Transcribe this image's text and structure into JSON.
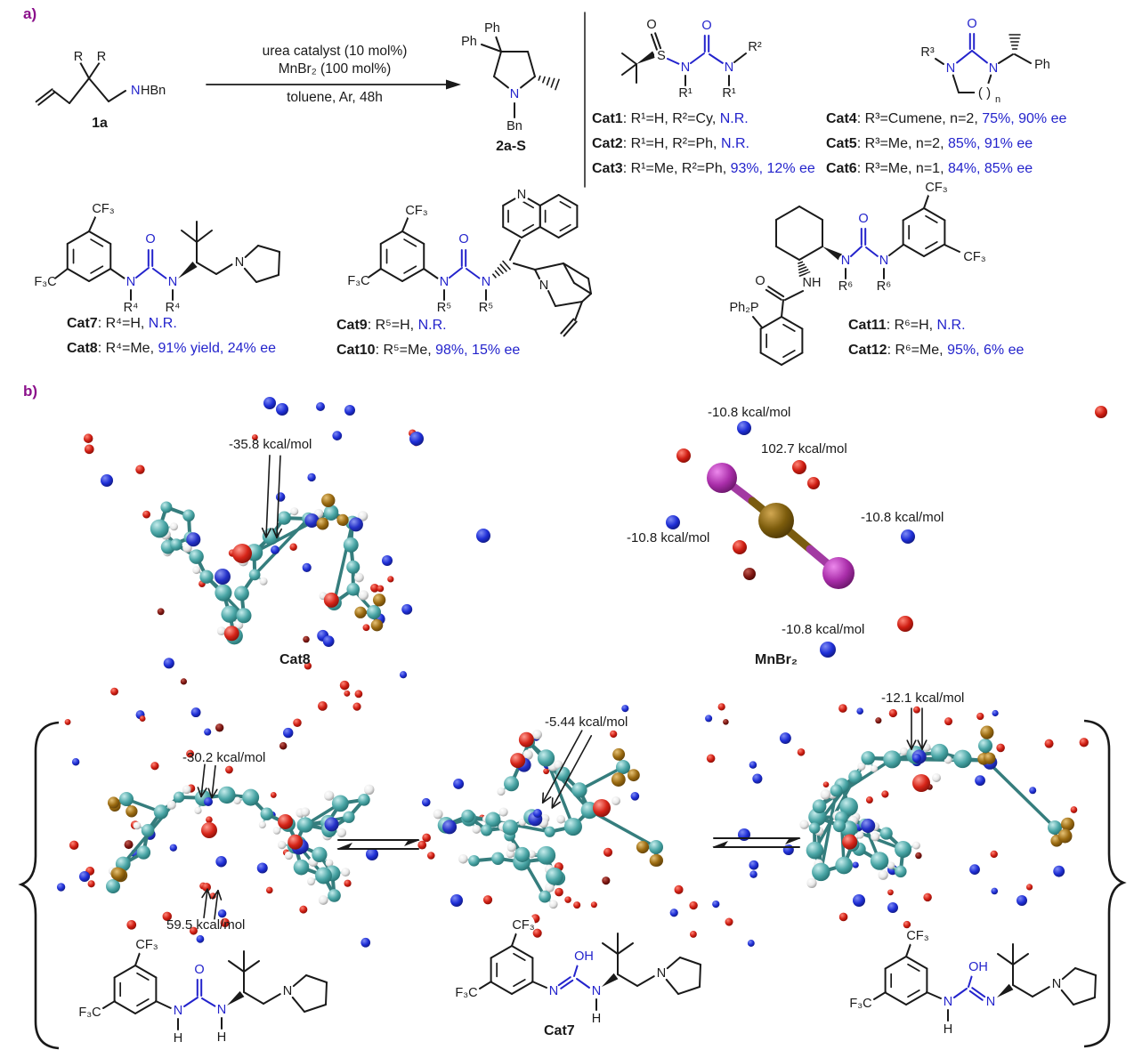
{
  "panel_a": {
    "label": "a)",
    "reaction": {
      "substrate_label": "1a",
      "conditions_above_1": "urea catalyst (10 mol%)",
      "conditions_above_2": "MnBr₂ (100 mol%)",
      "conditions_below": "toluene, Ar, 48h",
      "product_label": "2a-S"
    },
    "entries_group1": [
      {
        "name": "Cat1",
        "cond": ": R¹=H, R²=Cy, ",
        "result": "N.R."
      },
      {
        "name": "Cat2",
        "cond": ": R¹=H, R²=Ph, ",
        "result": "N.R."
      },
      {
        "name": "Cat3",
        "cond": ": R¹=Me, R²=Ph, ",
        "result": "93%, 12% ee"
      }
    ],
    "entries_group2": [
      {
        "name": "Cat4",
        "cond": ": R³=Cumene, n=2, ",
        "result": "75%, 90% ee"
      },
      {
        "name": "Cat5",
        "cond": ": R³=Me, n=2, ",
        "result": "85%, 91% ee"
      },
      {
        "name": "Cat6",
        "cond": ": R³=Me, n=1, ",
        "result": "84%, 85% ee"
      }
    ],
    "entries_group3": [
      {
        "name": "Cat7",
        "cond": ": R⁴=H, ",
        "result": "N.R."
      },
      {
        "name": "Cat8",
        "cond": ": R⁴=Me, ",
        "result": "91% yield, 24% ee"
      }
    ],
    "entries_group4": [
      {
        "name": "Cat9",
        "cond": ": R⁵=H, ",
        "result": "N.R."
      },
      {
        "name": "Cat10",
        "cond": ": R⁵=Me, ",
        "result": "98%, 15% ee"
      }
    ],
    "entries_group5": [
      {
        "name": "Cat11",
        "cond": ": R⁶=H, ",
        "result": "N.R."
      },
      {
        "name": "Cat12",
        "cond": ": R⁶=Me, ",
        "result": "95%, 6% ee"
      }
    ]
  },
  "panel_b": {
    "label": "b)",
    "cat8": {
      "energy": "-35.8 kcal/mol",
      "label": "Cat8"
    },
    "mnbr2": {
      "label": "MnBr₂",
      "energy_top": "-10.8 kcal/mol",
      "energy_center": "102.7 kcal/mol",
      "energy_left": "-10.8 kcal/mol",
      "energy_right": "-10.8 kcal/mol",
      "energy_bottom": "-10.8 kcal/mol"
    },
    "left_state": {
      "energy_top": "-30.2 kcal/mol",
      "energy_bottom": "59.5 kcal/mol"
    },
    "middle_state": {
      "energy": "-5.44 kcal/mol",
      "label": "Cat7"
    },
    "right_state": {
      "energy": "-12.1 kcal/mol"
    }
  },
  "atoms": {
    "r": "R",
    "hbn": "HBn",
    "n": "N",
    "o": "O",
    "s": "S",
    "h": "H",
    "oh": "OH",
    "nh": "NH",
    "ph": "Ph",
    "bn": "Bn",
    "cf3": "CF₃",
    "f3c": "F₃C",
    "r1": "R¹",
    "r2": "R²",
    "r3": "R³",
    "r4": "R⁴",
    "r5": "R⁵",
    "r6": "R⁶",
    "ph2p": "Ph₂P",
    "paren": "( )",
    "n_sub": "n"
  },
  "colors": {
    "accent_blue": "#2323cc",
    "panel_label_purple": "#8b108b",
    "carbon": "#4aa6a6",
    "nitrogen": "#2431c8",
    "oxygen": "#d62418",
    "fluorine": "#9a6a10",
    "manganese": "#7c5c0c",
    "bromine": "#aa2eaa"
  }
}
